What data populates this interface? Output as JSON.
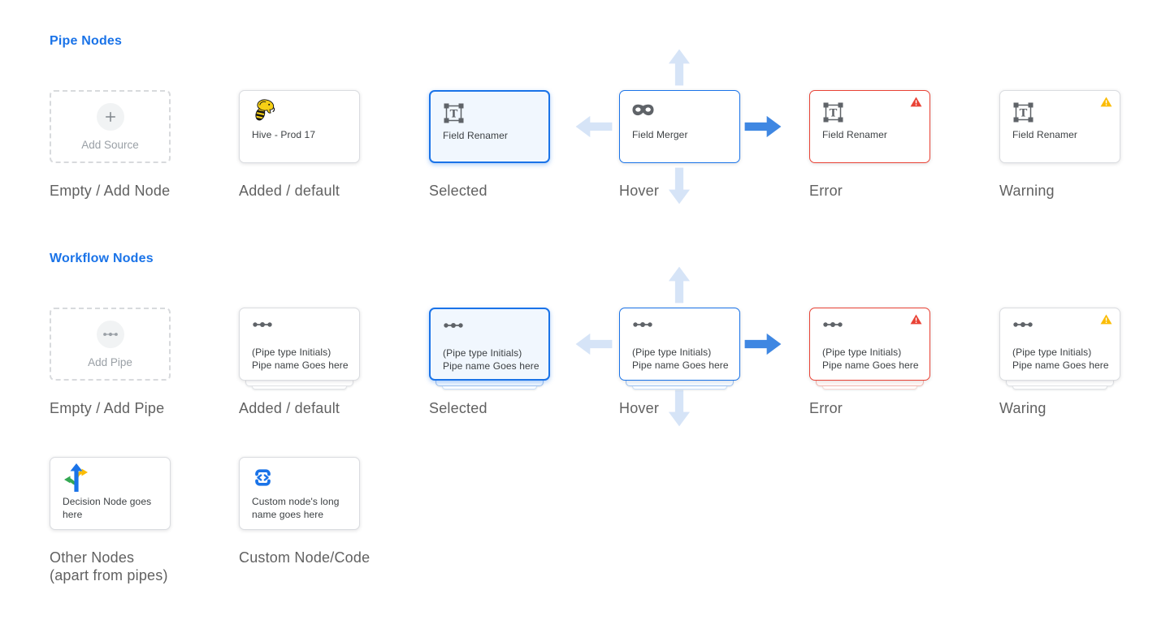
{
  "colors": {
    "heading_blue": "#1a73e8",
    "selected_border": "#1a73e8",
    "selected_bg": "#f1f7fe",
    "error_red": "#e94235",
    "warning_yellow": "#fbbc04",
    "arrow_light": "#d6e4f7",
    "arrow_solid": "#3f87e2",
    "card_border": "#dadce0",
    "state_label_gray": "#616161",
    "node_title_gray": "#3c4043"
  },
  "icons": {
    "plus-icon": "+",
    "hive-icon": "apache-hive-bee",
    "field-renamer-icon": "T-in-selection-frame",
    "field-merger-mask-icon": "domino-mask",
    "pipe-icon": "three-dots-on-line",
    "decision-icon": "branching-arrows-blue-green-yellow",
    "code-icon": "angle-brackets-in-frame",
    "error-badge-icon": "red-warning-triangle",
    "warning-badge-icon": "yellow-warning-triangle",
    "hover-arrows": "up-down-left-right-block-arrows"
  },
  "pipe_section": {
    "heading": "Pipe Nodes",
    "cards": [
      {
        "title": "Add Source",
        "state_label": "Empty / Add Node",
        "state": "empty"
      },
      {
        "title": "Hive - Prod 17",
        "state_label": "Added / default",
        "state": "default"
      },
      {
        "title": "Field Renamer",
        "state_label": "Selected",
        "state": "selected"
      },
      {
        "title": "Field Merger",
        "state_label": "Hover",
        "state": "hover"
      },
      {
        "title": "Field Renamer",
        "state_label": "Error",
        "state": "error"
      },
      {
        "title": "Field Renamer",
        "state_label": "Warning",
        "state": "warning"
      }
    ]
  },
  "workflow_section": {
    "heading": "Workflow Nodes",
    "cards": [
      {
        "title": "Add Pipe",
        "state_label": "Empty / Add Pipe",
        "state": "empty"
      },
      {
        "title": "(Pipe type Initials) Pipe name Goes here",
        "state_label": "Added / default",
        "state": "default"
      },
      {
        "title": "(Pipe type Initials) Pipe name Goes here",
        "state_label": "Selected",
        "state": "selected"
      },
      {
        "title": "(Pipe type Initials) Pipe name Goes here",
        "state_label": "Hover",
        "state": "hover"
      },
      {
        "title": "(Pipe type Initials) Pipe name Goes here",
        "state_label": "Error",
        "state": "error"
      },
      {
        "title": "(Pipe type Initials) Pipe name Goes here",
        "state_label": "Waring",
        "state": "warning"
      }
    ],
    "other_cards": [
      {
        "title": "Decision Node goes here",
        "state_label_line1": "Other Nodes",
        "state_label_line2": "(apart from pipes)"
      },
      {
        "title": "Custom node's long name goes here",
        "state_label_line1": "Custom Node/Code",
        "state_label_line2": ""
      }
    ]
  }
}
